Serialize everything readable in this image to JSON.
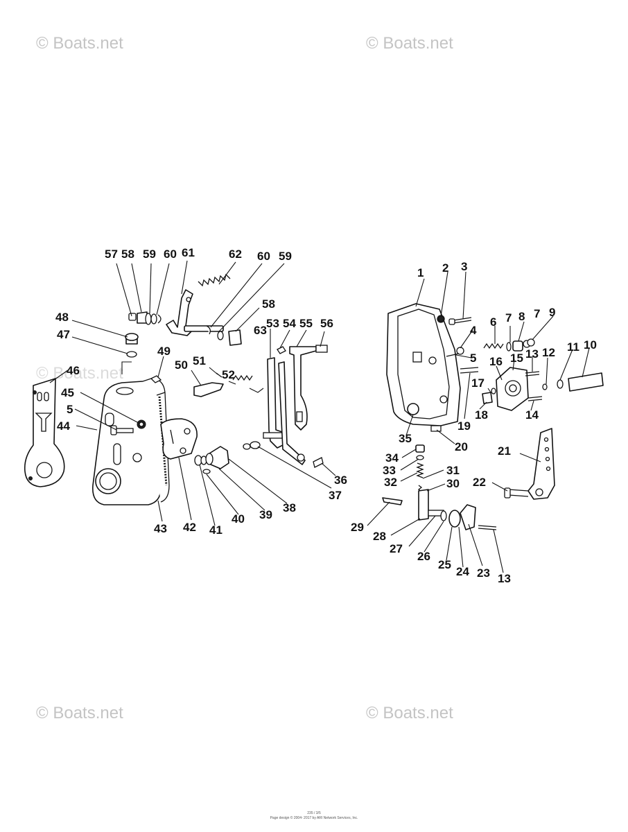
{
  "watermark": {
    "text": "© Boats.net",
    "color": "#c4c4c4"
  },
  "footer": {
    "page": "235 / 3/5",
    "copyright": "Page design © 2004- 2017 by ARI Network Services, Inc."
  },
  "part_labels": [
    "1",
    "2",
    "3",
    "4",
    "5",
    "5",
    "6",
    "7",
    "7",
    "8",
    "9",
    "10",
    "11",
    "12",
    "13",
    "13",
    "14",
    "15",
    "16",
    "17",
    "18",
    "19",
    "20",
    "21",
    "22",
    "23",
    "24",
    "25",
    "26",
    "27",
    "28",
    "29",
    "30",
    "31",
    "32",
    "33",
    "34",
    "35",
    "36",
    "37",
    "38",
    "39",
    "40",
    "41",
    "42",
    "43",
    "44",
    "45",
    "46",
    "47",
    "48",
    "49",
    "50",
    "51",
    "52",
    "53",
    "54",
    "55",
    "56",
    "57",
    "58",
    "58",
    "59",
    "59",
    "60",
    "60",
    "61",
    "62",
    "63"
  ]
}
